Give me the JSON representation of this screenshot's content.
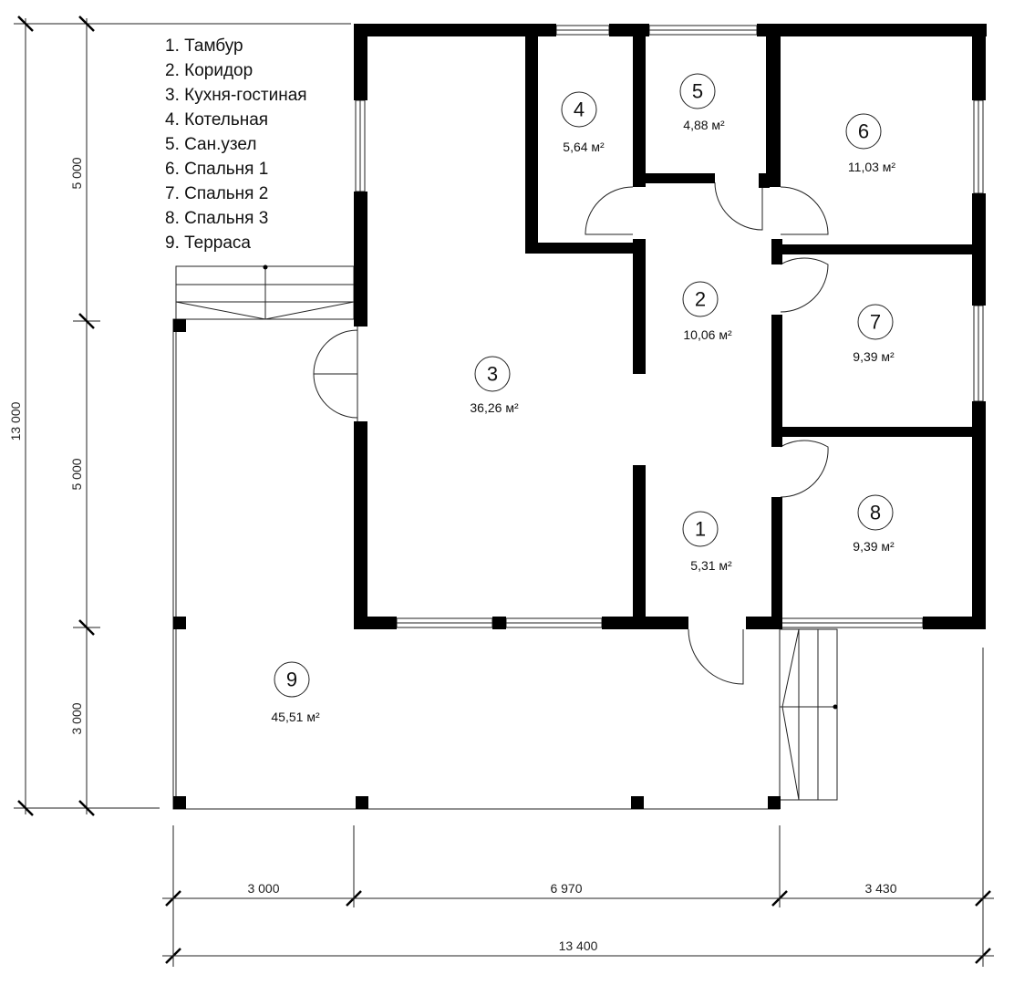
{
  "legend": [
    "1. Тамбур",
    "2. Коридор",
    "3. Кухня-гостиная",
    "4. Котельная",
    "5. Сан.узел",
    "6. Спальня 1",
    "7. Спальня 2",
    "8. Спальня 3",
    "9. Терраса"
  ],
  "rooms": [
    {
      "number": "1",
      "area": "5,31 м²"
    },
    {
      "number": "2",
      "area": "10,06 м²"
    },
    {
      "number": "3",
      "area": "36,26 м²"
    },
    {
      "number": "4",
      "area": "5,64 м²"
    },
    {
      "number": "5",
      "area": "4,88 м²"
    },
    {
      "number": "6",
      "area": "11,03 м²"
    },
    {
      "number": "7",
      "area": "9,39 м²"
    },
    {
      "number": "8",
      "area": "9,39 м²"
    },
    {
      "number": "9",
      "area": "45,51 м²"
    }
  ],
  "dimensions": {
    "left_total": "13 000",
    "left_segments": [
      "5 000",
      "5 000",
      "3 000"
    ],
    "bottom_segments": [
      "3 000",
      "6 970",
      "3 430"
    ],
    "bottom_total": "13 400"
  },
  "colors": {
    "wall": "#000000",
    "line": "#222222"
  }
}
